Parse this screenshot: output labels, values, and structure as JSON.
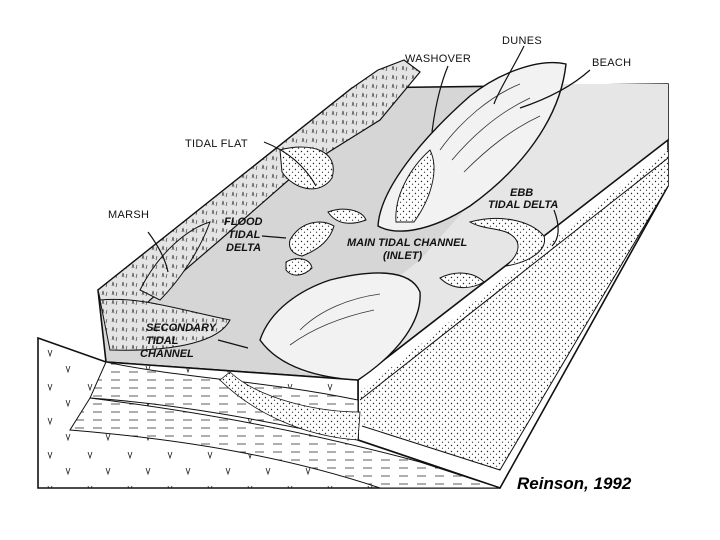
{
  "labels": {
    "dunes": "DUNES",
    "washover": "WASHOVER",
    "beach": "BEACH",
    "tidal_flat": "TIDAL FLAT",
    "marsh": "MARSH",
    "flood_tidal_delta": [
      "FLOOD",
      "TIDAL",
      "DELTA"
    ],
    "ebb_tidal_delta": [
      "EBB",
      "TIDAL DELTA"
    ],
    "main_tidal_channel": [
      "MAIN TIDAL CHANNEL",
      "(INLET)"
    ],
    "secondary_tidal_channel": [
      "SECONDARY",
      "TIDAL",
      "CHANNEL"
    ]
  },
  "citation": "Reinson, 1992",
  "colors": {
    "fill": "#d6d6d6",
    "ink": "#111111",
    "paper": "#ffffff"
  }
}
